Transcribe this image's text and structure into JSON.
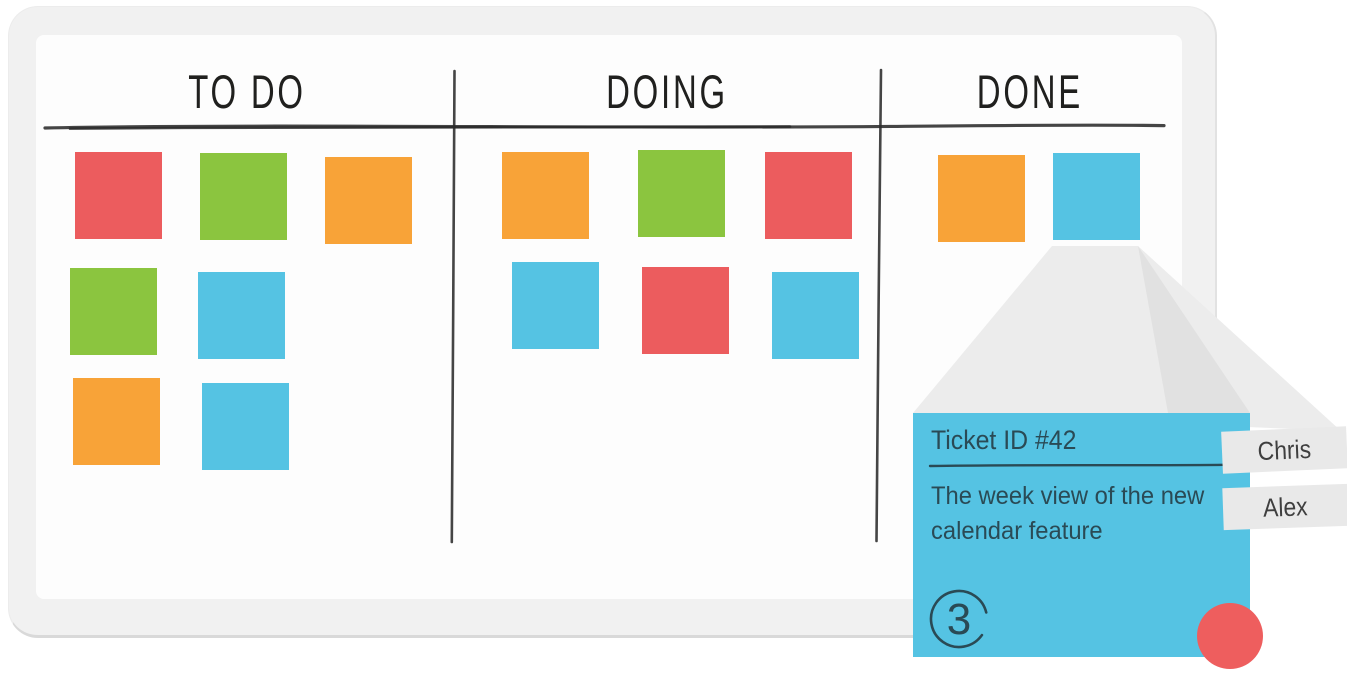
{
  "palette": {
    "red": "#ec5c5e",
    "green": "#8bc53f",
    "orange": "#f8a338",
    "blue": "#55c3e3",
    "ink": "#20201e",
    "card_ink": "#2a4a55",
    "tag_bg": "#e9e9e9",
    "tag_text": "#3f3f3f",
    "board_frame": "#f1f1f1",
    "board_surface": "#fdfdfd",
    "funnel": "#ececec",
    "funnel_shadow": "#e1e1e1",
    "dot_red": "#ee5e5e"
  },
  "columns": [
    {
      "name": "TO DO",
      "notes": [
        [
          "red",
          "green",
          "orange"
        ],
        [
          "green",
          "blue"
        ],
        [
          "orange",
          "blue"
        ]
      ]
    },
    {
      "name": "DOING",
      "notes": [
        [
          "orange",
          "green",
          "red"
        ],
        [
          "blue",
          "red",
          "blue"
        ]
      ]
    },
    {
      "name": "DONE",
      "notes": [
        [
          "orange",
          "blue"
        ]
      ]
    }
  ],
  "ticket_card": {
    "title": "Ticket ID #42",
    "description": "The week view of the new calendar feature",
    "assignees": [
      "Chris",
      "Alex"
    ],
    "story_points": "3"
  }
}
